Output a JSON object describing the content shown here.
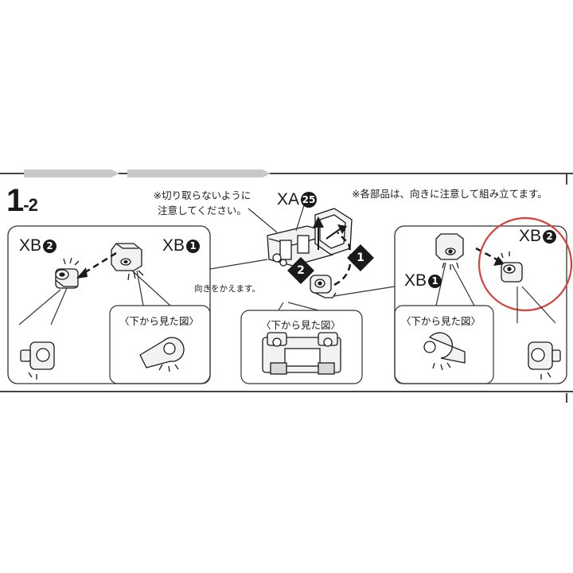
{
  "step": {
    "number": "1",
    "sub": "-2"
  },
  "notes": {
    "cut_caution_line1": "※切り取らないように",
    "cut_caution_line2": "注意してください。",
    "orientation_caution": "※各部品は、向きに注意して組み立てます。"
  },
  "parts": {
    "xa": {
      "code": "XA",
      "num": "25"
    },
    "left_xb2": {
      "code": "XB",
      "num": "2"
    },
    "left_xb1": {
      "code": "XB",
      "num": "1"
    },
    "right_xb1": {
      "code": "XB",
      "num": "1"
    },
    "right_xb2": {
      "code": "XB",
      "num": "2"
    }
  },
  "steps_markers": {
    "first": "1",
    "second": "2"
  },
  "labels": {
    "turn_direction": "向きをかえます。",
    "view_from_below_left": "〈下から見た図〉",
    "view_from_below_center": "〈下から見た図〉",
    "view_from_below_right": "〈下から見た図〉"
  },
  "colors": {
    "line": "#1a1a1a",
    "highlight_circle": "#d9403a",
    "part_fill": "#f2f2f2",
    "frame": "#444444"
  }
}
